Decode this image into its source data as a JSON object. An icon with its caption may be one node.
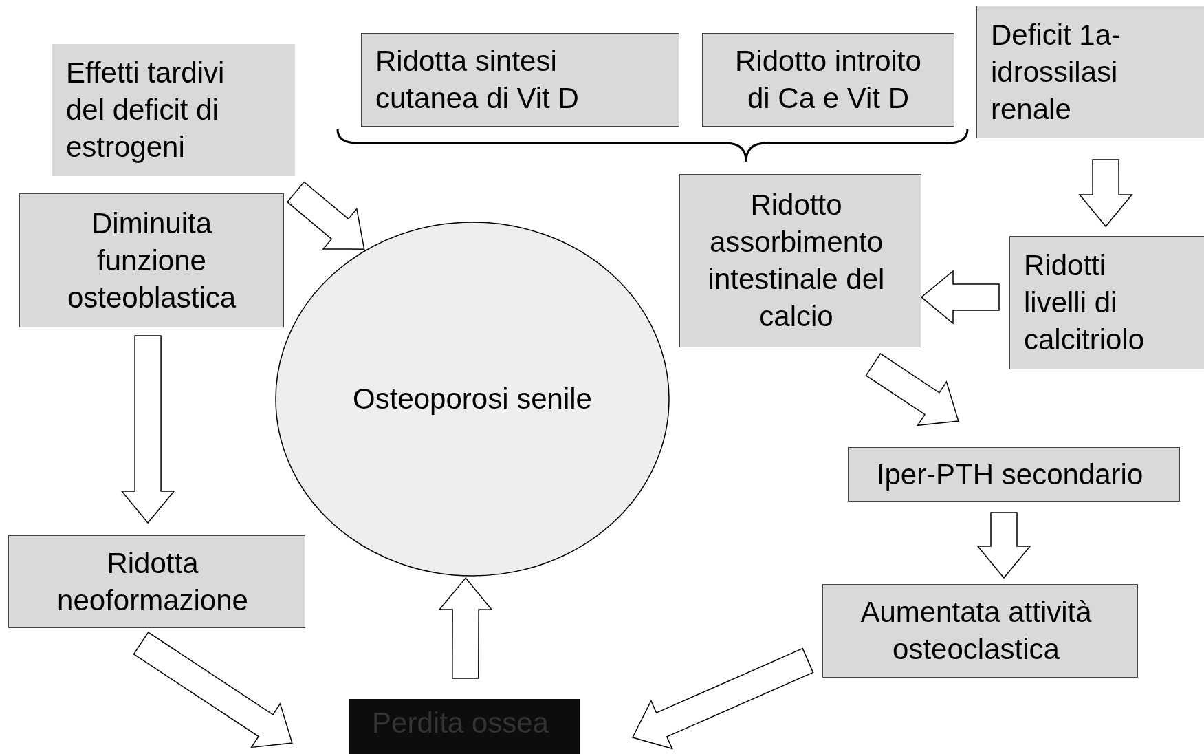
{
  "diagram": {
    "nodes": [
      {
        "text": [
          "Effetti tardivi del deficit di estrogeni"
        ]
      },
      {
        "text": [
          "Diminuita funzione osteoblastica"
        ]
      },
      {
        "text": [
          "Ridotta neoformazione"
        ]
      },
      {
        "text": [
          "Osteoporosi senile"
        ]
      },
      {
        "text": [
          "Perdita ossea"
        ]
      },
      {
        "text": [
          "Ridotta sintesi cutanea di Vit D"
        ]
      },
      {
        "text": [
          "Ridotto introito di Ca e Vit D"
        ]
      },
      {
        "text": [
          "Deficit 1a-idrossilasi renale"
        ]
      },
      {
        "text": [
          "Ridotto assorbimento intestinale del calcio"
        ]
      },
      {
        "text": [
          "Ridotti livelli di calcitriolo"
        ]
      },
      {
        "text": [
          "Iper-PTH secondario"
        ]
      },
      {
        "text": [
          "Aumentata attività osteoclastica"
        ]
      }
    ],
    "edges": [
      {
        "from": 0,
        "to": 3,
        "arrow": "to"
      },
      {
        "from": 1,
        "to": 2,
        "arrow": "to"
      },
      {
        "from": 2,
        "to": 4,
        "arrow": "to"
      },
      {
        "from": 4,
        "to": 3,
        "arrow": "to"
      },
      {
        "from": 11,
        "to": 4,
        "arrow": "to"
      },
      {
        "from": 7,
        "to": 9,
        "arrow": "to"
      },
      {
        "from": 9,
        "to": 8,
        "arrow": "to"
      },
      {
        "from": 8,
        "to": 10,
        "arrow": "to"
      },
      {
        "from": 10,
        "to": 11,
        "arrow": "to"
      }
    ]
  }
}
